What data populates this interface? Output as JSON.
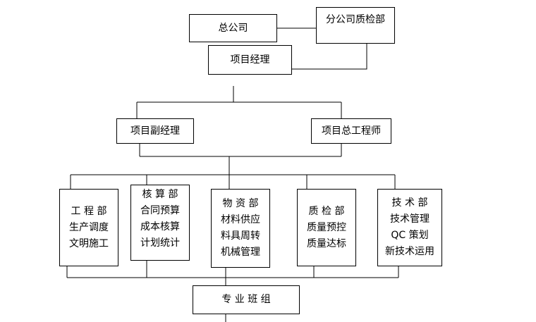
{
  "org_chart": {
    "head_office": "总公司",
    "branch_qc": "分公司质检部",
    "project_manager": "项目经理",
    "deputy_manager": "项目副经理",
    "chief_engineer": "项目总工程师",
    "departments": [
      {
        "lines": [
          "工 程 部",
          "生产调度",
          "文明施工"
        ]
      },
      {
        "lines": [
          "核 算 部",
          "合同预算",
          "成本核算",
          "计划统计"
        ]
      },
      {
        "lines": [
          "物 资 部",
          "材料供应",
          "料具周转",
          "机械管理"
        ]
      },
      {
        "lines": [
          "质 检 部",
          "质量预控",
          "质量达标"
        ]
      },
      {
        "lines": [
          "技 术 部",
          "技术管理",
          "QC 策划",
          "新技术运用"
        ]
      }
    ],
    "teams": "专 业 班 组"
  }
}
